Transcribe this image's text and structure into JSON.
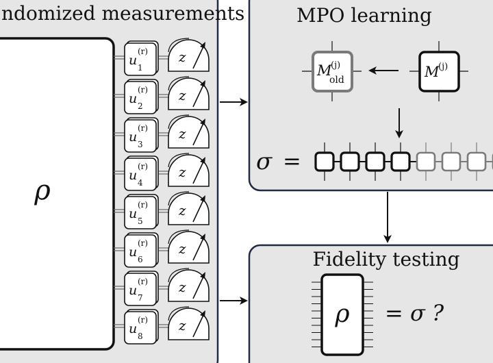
{
  "panels": {
    "measurements": {
      "title": "ndomized measurements"
    },
    "mpo": {
      "title": "MPO learning"
    },
    "fidelity": {
      "title": "Fidelity testing"
    }
  },
  "state": {
    "symbol": "ρ"
  },
  "unitaries": [
    {
      "base": "u",
      "sup": "(r)",
      "sub": "1"
    },
    {
      "base": "u",
      "sup": "(r)",
      "sub": "2"
    },
    {
      "base": "u",
      "sup": "(r)",
      "sub": "3"
    },
    {
      "base": "u",
      "sup": "(r)",
      "sub": "4"
    },
    {
      "base": "u",
      "sup": "(r)",
      "sub": "5"
    },
    {
      "base": "u",
      "sup": "(r)",
      "sub": "6"
    },
    {
      "base": "u",
      "sup": "(r)",
      "sub": "7"
    },
    {
      "base": "u",
      "sup": "(r)",
      "sub": "8"
    }
  ],
  "meters": {
    "basis": "z"
  },
  "mpo": {
    "old_tensor": {
      "base": "M",
      "sup": "(j)",
      "sub": "old"
    },
    "new_tensor": {
      "base": "M",
      "sup": "(j)"
    },
    "equation_lhs": "σ",
    "equals": "="
  },
  "fidelity": {
    "rho": "ρ",
    "question": "= σ ?"
  },
  "colors": {
    "panel_fill": "#e6e6e6",
    "panel_border": "#1f2a44",
    "grey_tensor": "#7a7a7a",
    "black": "#111111"
  }
}
